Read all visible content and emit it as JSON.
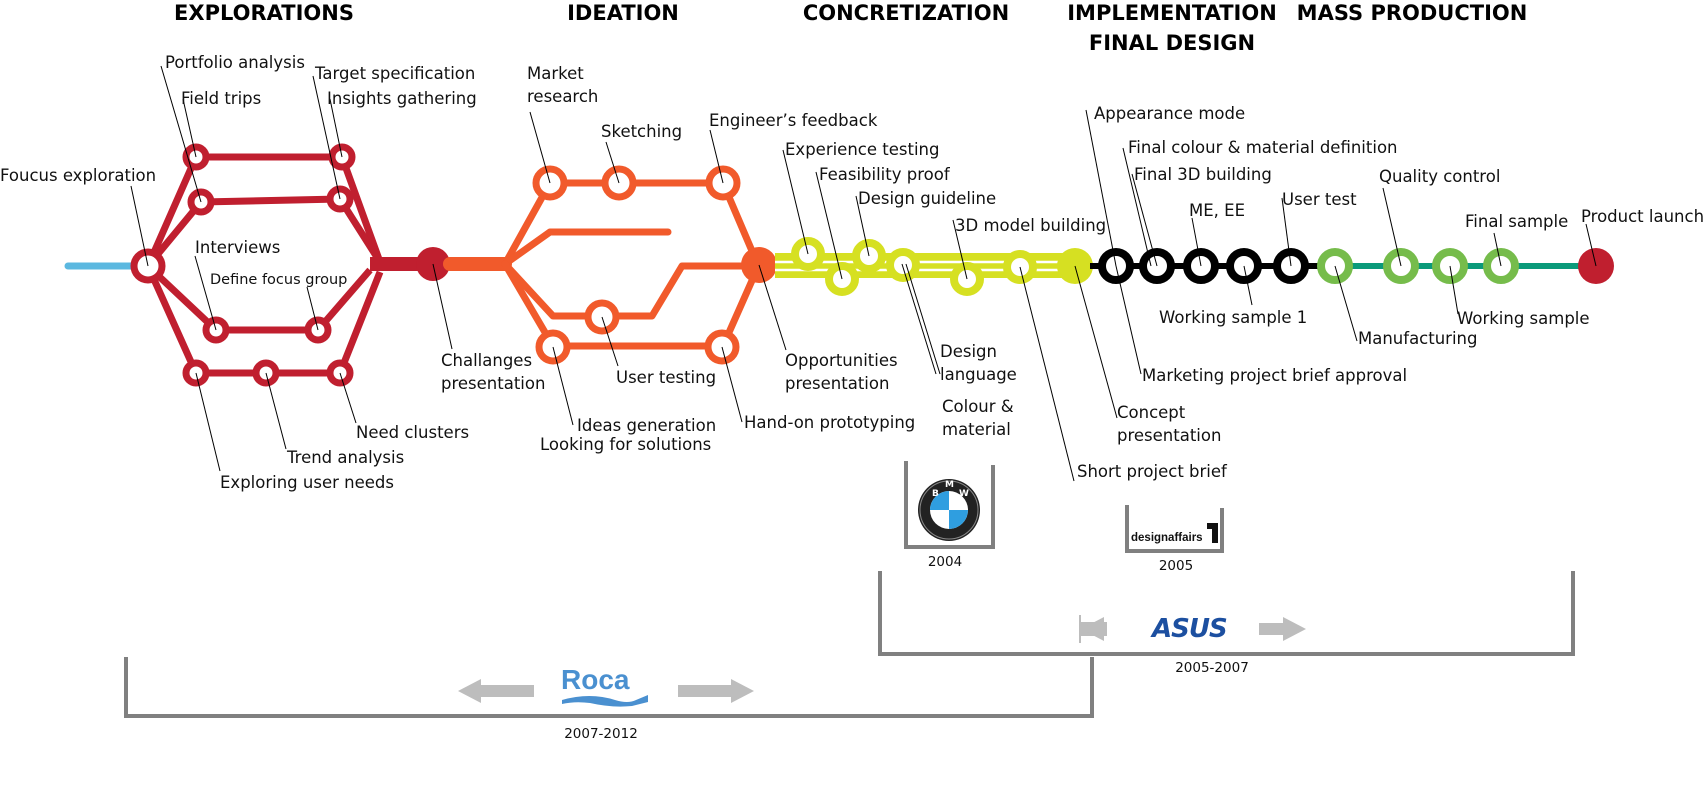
{
  "phases": [
    {
      "id": "explorations",
      "title": "EXPLORATIONS"
    },
    {
      "id": "ideation",
      "title": "IDEATION"
    },
    {
      "id": "concretization",
      "title": "CONCRETIZATION"
    },
    {
      "id": "implementation",
      "title": "IMPLEMENTATION",
      "title2": "FINAL DESIGN"
    },
    {
      "id": "mass_production",
      "title": "MASS PRODUCTION"
    }
  ],
  "colors": {
    "start_line": "#5bb8e0",
    "explorations": "#c01f2f",
    "ideation": "#f15a2b",
    "concretization": "#d6e022",
    "implementation": "#000000",
    "mass_production_node": "#76bc4b",
    "mass_production_line": "#0b9a7a",
    "launch": "#c01f2f",
    "bracket": "#808080",
    "arrow": "#bdbdbd",
    "roca": "#4a90d0",
    "asus": "#1c4fa0"
  },
  "labels": {
    "foucus_exploration": "Foucus exploration",
    "portfolio_analysis": "Portfolio analysis",
    "field_trips": "Field trips",
    "target_specification": "Target specification",
    "insights_gathering": "Insights gathering",
    "interviews": "Interviews",
    "define_focus_group": "Define focus group",
    "need_clusters": "Need clusters",
    "trend_analysis": "Trend analysis",
    "exploring_user_needs": "Exploring user needs",
    "challanges_1": "Challanges",
    "challanges_2": "presentation",
    "market_research_1": "Market",
    "market_research_2": "research",
    "sketching": "Sketching",
    "engineers_feedback": "Engineer’s feedback",
    "user_testing": "User testing",
    "ideas_generation": "Ideas generation",
    "looking_for_solutions": "Looking for solutions",
    "hand_on_prototyping": "Hand-on prototyping",
    "opportunities_1": "Opportunities",
    "opportunities_2": "presentation",
    "experience_testing": "Experience testing",
    "feasibility_proof": "Feasibility proof",
    "design_guideline": "Design guideline",
    "model_building_3d": "3D model building",
    "design_language_1": "Design",
    "design_language_2": "language",
    "colour_material_1": "Colour &",
    "colour_material_2": "material",
    "short_project_brief": "Short project brief",
    "concept_1": "Concept",
    "concept_2": "presentation",
    "appearance_mode": "Appearance mode",
    "final_colour_material": "Final colour & material definition",
    "final_3d_building": "Final 3D building",
    "me_ee": "ME, EE",
    "user_test": "User test",
    "working_sample_1": "Working sample 1",
    "marketing_brief": "Marketing project brief approval",
    "quality_control": "Quality control",
    "final_sample": "Final sample",
    "product_launch": "Product launch",
    "manufacturing": "Manufacturing",
    "working_sample": "Working sample"
  },
  "clients": {
    "bmw": {
      "name": "BMW",
      "letters": [
        "B",
        "M",
        "W"
      ],
      "year": "2004"
    },
    "designaffairs": {
      "name": "designaffairs",
      "year": "2005"
    },
    "asus": {
      "name": "ASUS",
      "year": "2005-2007"
    },
    "roca": {
      "name": "Roca",
      "year": "2007-2012"
    }
  }
}
